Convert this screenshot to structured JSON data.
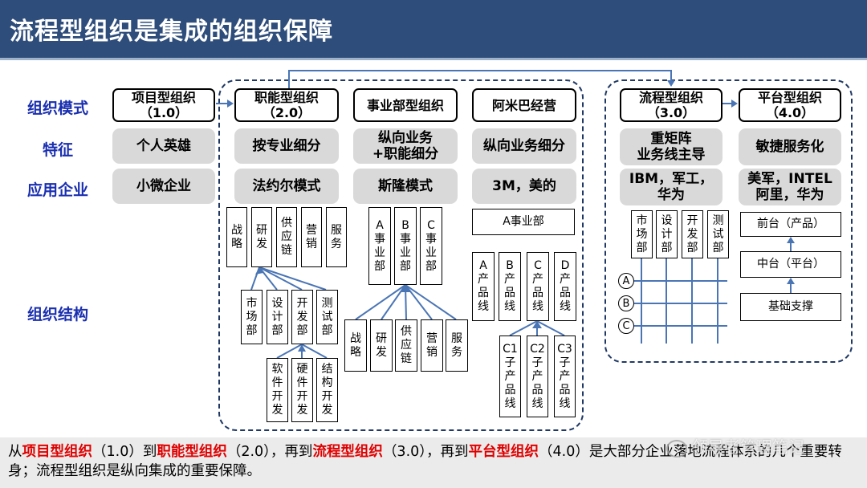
{
  "title": "流程型组织是集成的组织保障",
  "row_labels": {
    "mode": "组织模式",
    "feature": "特征",
    "enterprise": "应用企业",
    "structure": "组织结构"
  },
  "columns": {
    "project": {
      "head": "项目型组织\n（1.0）",
      "feature": "个人英雄",
      "enterprise": "小微企业"
    },
    "functional": {
      "head": "职能型组织\n（2.0）",
      "feature": "按专业细分",
      "enterprise": "法约尔模式"
    },
    "division": {
      "head": "事业部型组织",
      "feature": "纵向业务\n+职能细分",
      "enterprise": "斯隆模式"
    },
    "amoeba": {
      "head": "阿米巴经营",
      "feature": "纵向业务细分",
      "enterprise": "3M，美的"
    },
    "process": {
      "head": "流程型组织\n（3.0）",
      "feature": "重矩阵\n业务线主导",
      "enterprise": "IBM，军工，\n华为"
    },
    "platform": {
      "head": "平台型组织\n（4.0）",
      "feature": "敏捷服务化",
      "enterprise": "美军，INTEL\n阿里，华为"
    }
  },
  "functional_structure": {
    "top": [
      "战略",
      "研发",
      "供应链",
      "营销",
      "服务"
    ],
    "middle": [
      "市场部",
      "设计部",
      "开发部",
      "测试部"
    ],
    "bottom": [
      "软件开发",
      "硬件开发",
      "结构开发"
    ]
  },
  "division_structure": {
    "top": [
      "A事业部",
      "B事业部",
      "C事业部"
    ],
    "bottom": [
      "战略",
      "研发",
      "供应链",
      "营销",
      "服务"
    ]
  },
  "amoeba_structure": {
    "top": "A事业部",
    "middle": [
      "A产品线",
      "B产品线",
      "C产品线",
      "D产品线"
    ],
    "bottom": [
      "C1子产品线",
      "C2子产品线",
      "C3子产品线"
    ]
  },
  "process_structure": {
    "columns": [
      "市场部",
      "设计部",
      "开发部",
      "测试部"
    ],
    "rows": [
      "A",
      "B",
      "C"
    ]
  },
  "platform_structure": {
    "layers": [
      "前台（产品）",
      "中台（平台）",
      "基础支撑"
    ]
  },
  "footer": {
    "p1": "从",
    "k1": "项目型组织",
    "p2": "（1.0）到",
    "k2": "职能型组织",
    "p3": "（2.0），再到",
    "k3": "流程型组织",
    "p4": "（3.0），再到",
    "k4": "平台型组织",
    "p5": "（4.0）是大部分企业落地流程体系的几个重要转身；流程型组织是纵向集成的重要保障。"
  },
  "watermark": "领导者管理笔记",
  "colors": {
    "title_bg": "#2e4d7b",
    "row_label": "#1a2fb0",
    "highlight": "#e00000",
    "dash": "#1f3864",
    "connector": "#4a75b5"
  }
}
